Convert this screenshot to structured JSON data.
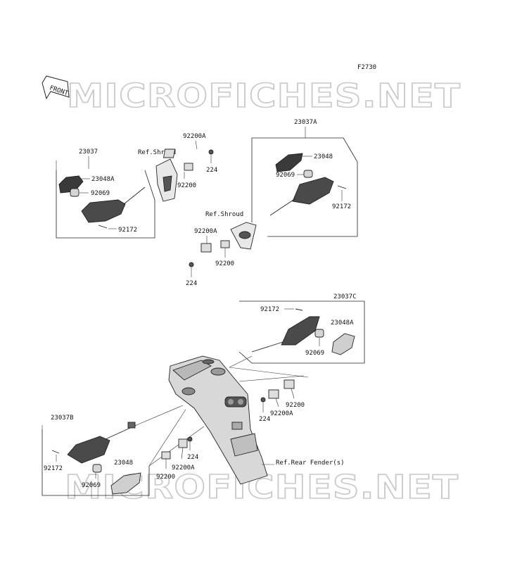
{
  "figure_code": "F2730",
  "front_label": "FRONT",
  "watermark": "MICROFICHES.NET",
  "colors": {
    "ink": "#222222",
    "dark_part": "#3a3a3a",
    "light_part": "#cfcfcf",
    "watermark": "#c9c9c9"
  },
  "labels": {
    "g1_assy": "23037",
    "g1_lens": "23048A",
    "g1_bulb": "92069",
    "g1_screw": "92172",
    "r_shroud_1": "Ref.Shroud",
    "m_92200A_top": "92200A",
    "m_224_top": "224",
    "m_92200_top": "92200",
    "g2_assy": "23037A",
    "g2_lens": "23048",
    "g2_bulb": "92069",
    "g2_screw": "92172",
    "r_shroud_2": "Ref.Shroud",
    "m_92200A_mid": "92200A",
    "m_92200_mid": "92200",
    "m_224_mid": "224",
    "g3_assy": "23037C",
    "g3_screw": "92172",
    "g3_lens": "23048A",
    "g3_bulb": "92069",
    "m_92200_r": "92200",
    "m_224_r": "224",
    "m_92200A_r": "92200A",
    "g4_assy": "23037B",
    "g4_screw": "92172",
    "g4_lens": "23048",
    "g4_bulb": "92069",
    "m_224_l": "224",
    "m_92200A_l": "92200A",
    "m_92200_l": "92200",
    "r_fender": "Ref.Rear Fender(s)"
  }
}
